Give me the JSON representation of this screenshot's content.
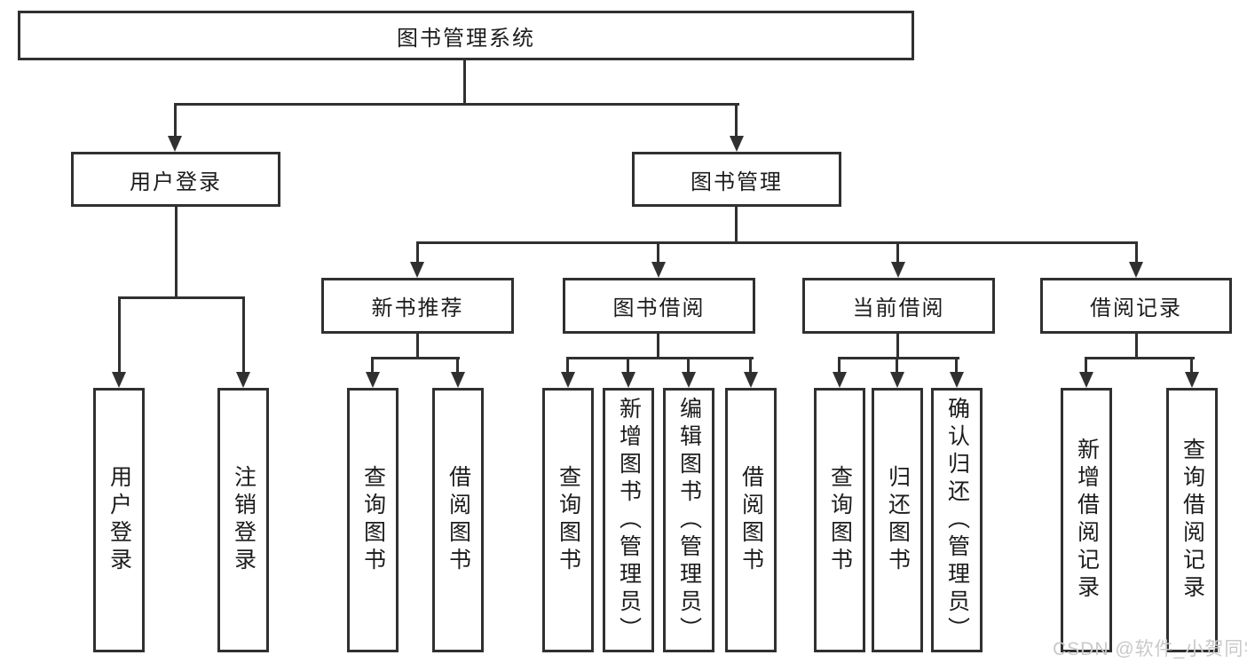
{
  "diagram_type": "function-hierarchy-tree",
  "tree": {
    "root": "图书管理系统",
    "children": [
      {
        "label": "用户登录",
        "children": [
          {
            "label": "用户登录"
          },
          {
            "label": "注销登录"
          }
        ]
      },
      {
        "label": "图书管理",
        "children": [
          {
            "label": "新书推荐",
            "children": [
              {
                "label": "查询图书"
              },
              {
                "label": "借阅图书"
              }
            ]
          },
          {
            "label": "图书借阅",
            "children": [
              {
                "label": "查询图书"
              },
              {
                "label": "新增图书（管理员）"
              },
              {
                "label": "编辑图书（管理员）"
              },
              {
                "label": "借阅图书"
              }
            ]
          },
          {
            "label": "当前借阅",
            "children": [
              {
                "label": "查询图书"
              },
              {
                "label": "归还图书"
              },
              {
                "label": "确认归还（管理员）"
              }
            ]
          },
          {
            "label": "借阅记录",
            "children": [
              {
                "label": "新增借阅记录"
              },
              {
                "label": "查询借阅记录"
              }
            ]
          }
        ]
      }
    ]
  },
  "watermark": "CSDN @软件_小贺同学",
  "colors": {
    "line": "#303030",
    "text": "#1c1c1c",
    "background": "#ffffff",
    "watermark": "#c9c9c9"
  }
}
